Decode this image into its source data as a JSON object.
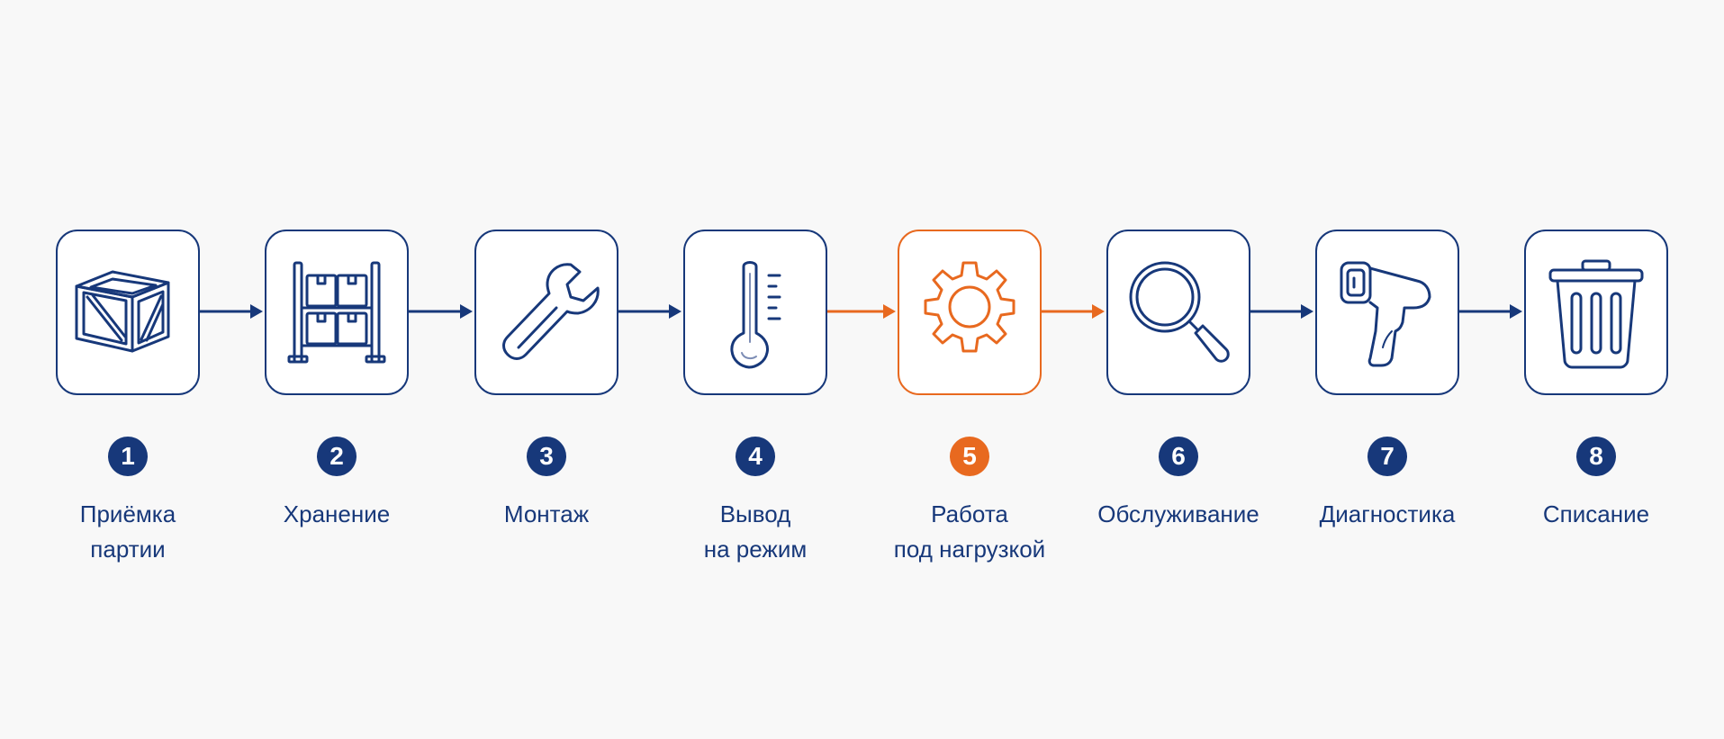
{
  "colors": {
    "primary": "#17387a",
    "accent": "#e8691f",
    "box_background": "#ffffff",
    "page_background": "#f8f8f8"
  },
  "steps": [
    {
      "number": "1",
      "icon": "crate-icon",
      "label_line1": "Приёмка",
      "label_line2": "партии",
      "active": false
    },
    {
      "number": "2",
      "icon": "warehouse-rack-icon",
      "label_line1": "Хранение",
      "label_line2": "",
      "active": false
    },
    {
      "number": "3",
      "icon": "wrench-icon",
      "label_line1": "Монтаж",
      "label_line2": "",
      "active": false
    },
    {
      "number": "4",
      "icon": "thermometer-icon",
      "label_line1": "Вывод",
      "label_line2": "на режим",
      "active": false
    },
    {
      "number": "5",
      "icon": "gear-icon",
      "label_line1": "Работа",
      "label_line2": "под нагрузкой",
      "active": true
    },
    {
      "number": "6",
      "icon": "magnifier-icon",
      "label_line1": "Обслуживание",
      "label_line2": "",
      "active": false
    },
    {
      "number": "7",
      "icon": "diagnostic-scanner-icon",
      "label_line1": "Диагностика",
      "label_line2": "",
      "active": false
    },
    {
      "number": "8",
      "icon": "trash-bin-icon",
      "label_line1": "Списание",
      "label_line2": "",
      "active": false
    }
  ]
}
